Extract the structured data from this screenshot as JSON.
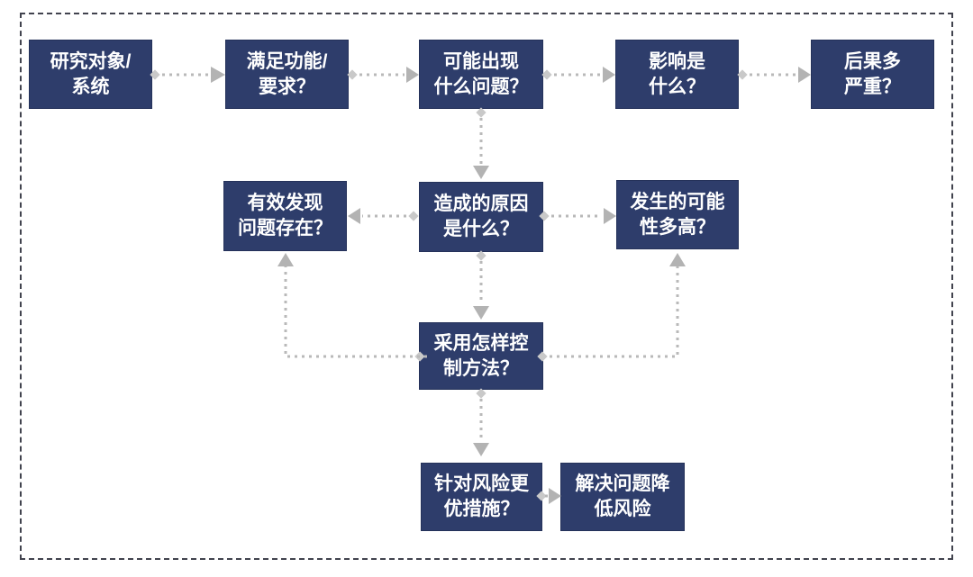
{
  "page": {
    "background": "#ffffff",
    "frame_border_color": "#41434e",
    "box_fill_color": "#2e3d6b",
    "box_text_color": "#ffffff",
    "arrow_color": "#b9b9b9"
  },
  "diagram": {
    "nodes": [
      {
        "id": "research-object",
        "label": "研究对象/\n系统"
      },
      {
        "id": "meet-function",
        "label": "满足功能/\n要求？"
      },
      {
        "id": "possible-problems",
        "label": "可能出现\n什么问题？"
      },
      {
        "id": "impact",
        "label": "影响是\n什么？"
      },
      {
        "id": "severity",
        "label": "后果多\n严重？"
      },
      {
        "id": "detect-problem",
        "label": "有效发现\n问题存在？"
      },
      {
        "id": "cause",
        "label": "造成的原因\n是什么？"
      },
      {
        "id": "likelihood",
        "label": "发生的可能\n性多高？"
      },
      {
        "id": "control-method",
        "label": "采用怎样控\n制方法？"
      },
      {
        "id": "better-measures",
        "label": "针对风险更\n优措施？"
      },
      {
        "id": "solve-problem",
        "label": "解决问题降\n低风险"
      }
    ],
    "connections": [
      {
        "from": "research-object",
        "to": "meet-function"
      },
      {
        "from": "meet-function",
        "to": "possible-problems"
      },
      {
        "from": "possible-problems",
        "to": "impact"
      },
      {
        "from": "impact",
        "to": "severity"
      },
      {
        "from": "possible-problems",
        "to": "cause"
      },
      {
        "from": "cause",
        "to": "detect-problem"
      },
      {
        "from": "cause",
        "to": "likelihood"
      },
      {
        "from": "cause",
        "to": "control-method"
      },
      {
        "from": "control-method",
        "to": "detect-problem"
      },
      {
        "from": "control-method",
        "to": "likelihood"
      },
      {
        "from": "control-method",
        "to": "better-measures"
      },
      {
        "from": "better-measures",
        "to": "solve-problem"
      }
    ]
  }
}
